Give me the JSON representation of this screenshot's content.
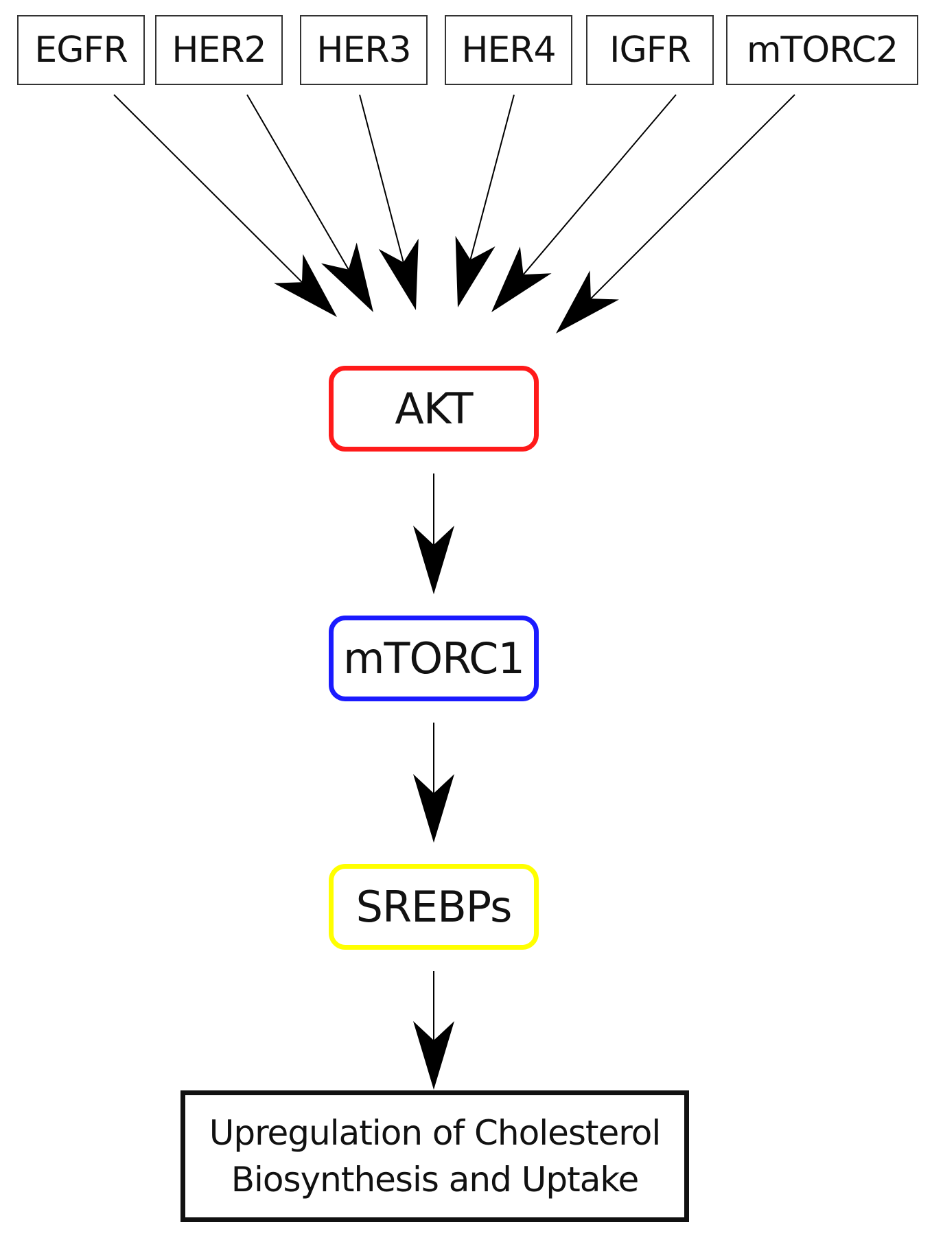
{
  "receptors": [
    {
      "id": "egfr",
      "label": "EGFR"
    },
    {
      "id": "her2",
      "label": "HER2"
    },
    {
      "id": "her3",
      "label": "HER3"
    },
    {
      "id": "her4",
      "label": "HER4"
    },
    {
      "id": "igfr",
      "label": "IGFR"
    },
    {
      "id": "mtorc2",
      "label": "mTORC2"
    }
  ],
  "nodes": {
    "akt": {
      "label": "AKT",
      "border_color": "#ff1a1a"
    },
    "mtorc1": {
      "label": "mTORC1",
      "border_color": "#1a1aff"
    },
    "srebps": {
      "label": "SREBPs",
      "border_color": "#ffff00"
    }
  },
  "outcome": {
    "line1": "Upregulation of Cholesterol",
    "line2": "Biosynthesis and Uptake"
  },
  "edges": [
    {
      "from": "egfr",
      "to": "akt"
    },
    {
      "from": "her2",
      "to": "akt"
    },
    {
      "from": "her3",
      "to": "akt"
    },
    {
      "from": "her4",
      "to": "akt"
    },
    {
      "from": "igfr",
      "to": "akt"
    },
    {
      "from": "mtorc2",
      "to": "akt"
    },
    {
      "from": "akt",
      "to": "mtorc1"
    },
    {
      "from": "mtorc1",
      "to": "srebps"
    },
    {
      "from": "srebps",
      "to": "outcome"
    }
  ]
}
